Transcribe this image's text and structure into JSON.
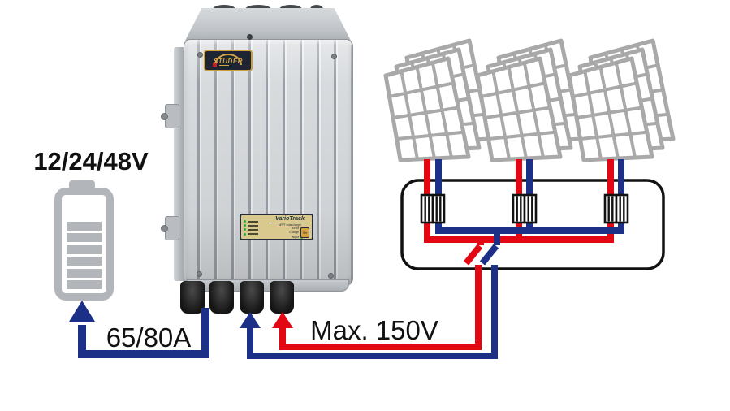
{
  "battery": {
    "voltage_label": "12/24/48V",
    "charge_current_label": "65/80A"
  },
  "pv_array": {
    "max_voltage_label": "Max. 150V",
    "array_count": 3,
    "panels_per_array": 3
  },
  "controller": {
    "brand": "STUDER",
    "display": {
      "title": "VarioTrack",
      "subtitle": "MPPT solar charger",
      "status_leds": [
        "Error",
        "Charge",
        "Night"
      ],
      "set_button_label": "Set"
    }
  },
  "junction_box": {
    "fuse_pairs": 3,
    "switch_poles": 2
  },
  "colors": {
    "positive_wire": "#e30613",
    "negative_wire": "#1c3087",
    "panel_outline": "#a9a9a9",
    "battery_icon": "#b2b6ba",
    "junction_box_outline": "#111111",
    "badge_gold": "#d4a545",
    "badge_background": "#1e2532",
    "display_background": "#d9c98e"
  }
}
